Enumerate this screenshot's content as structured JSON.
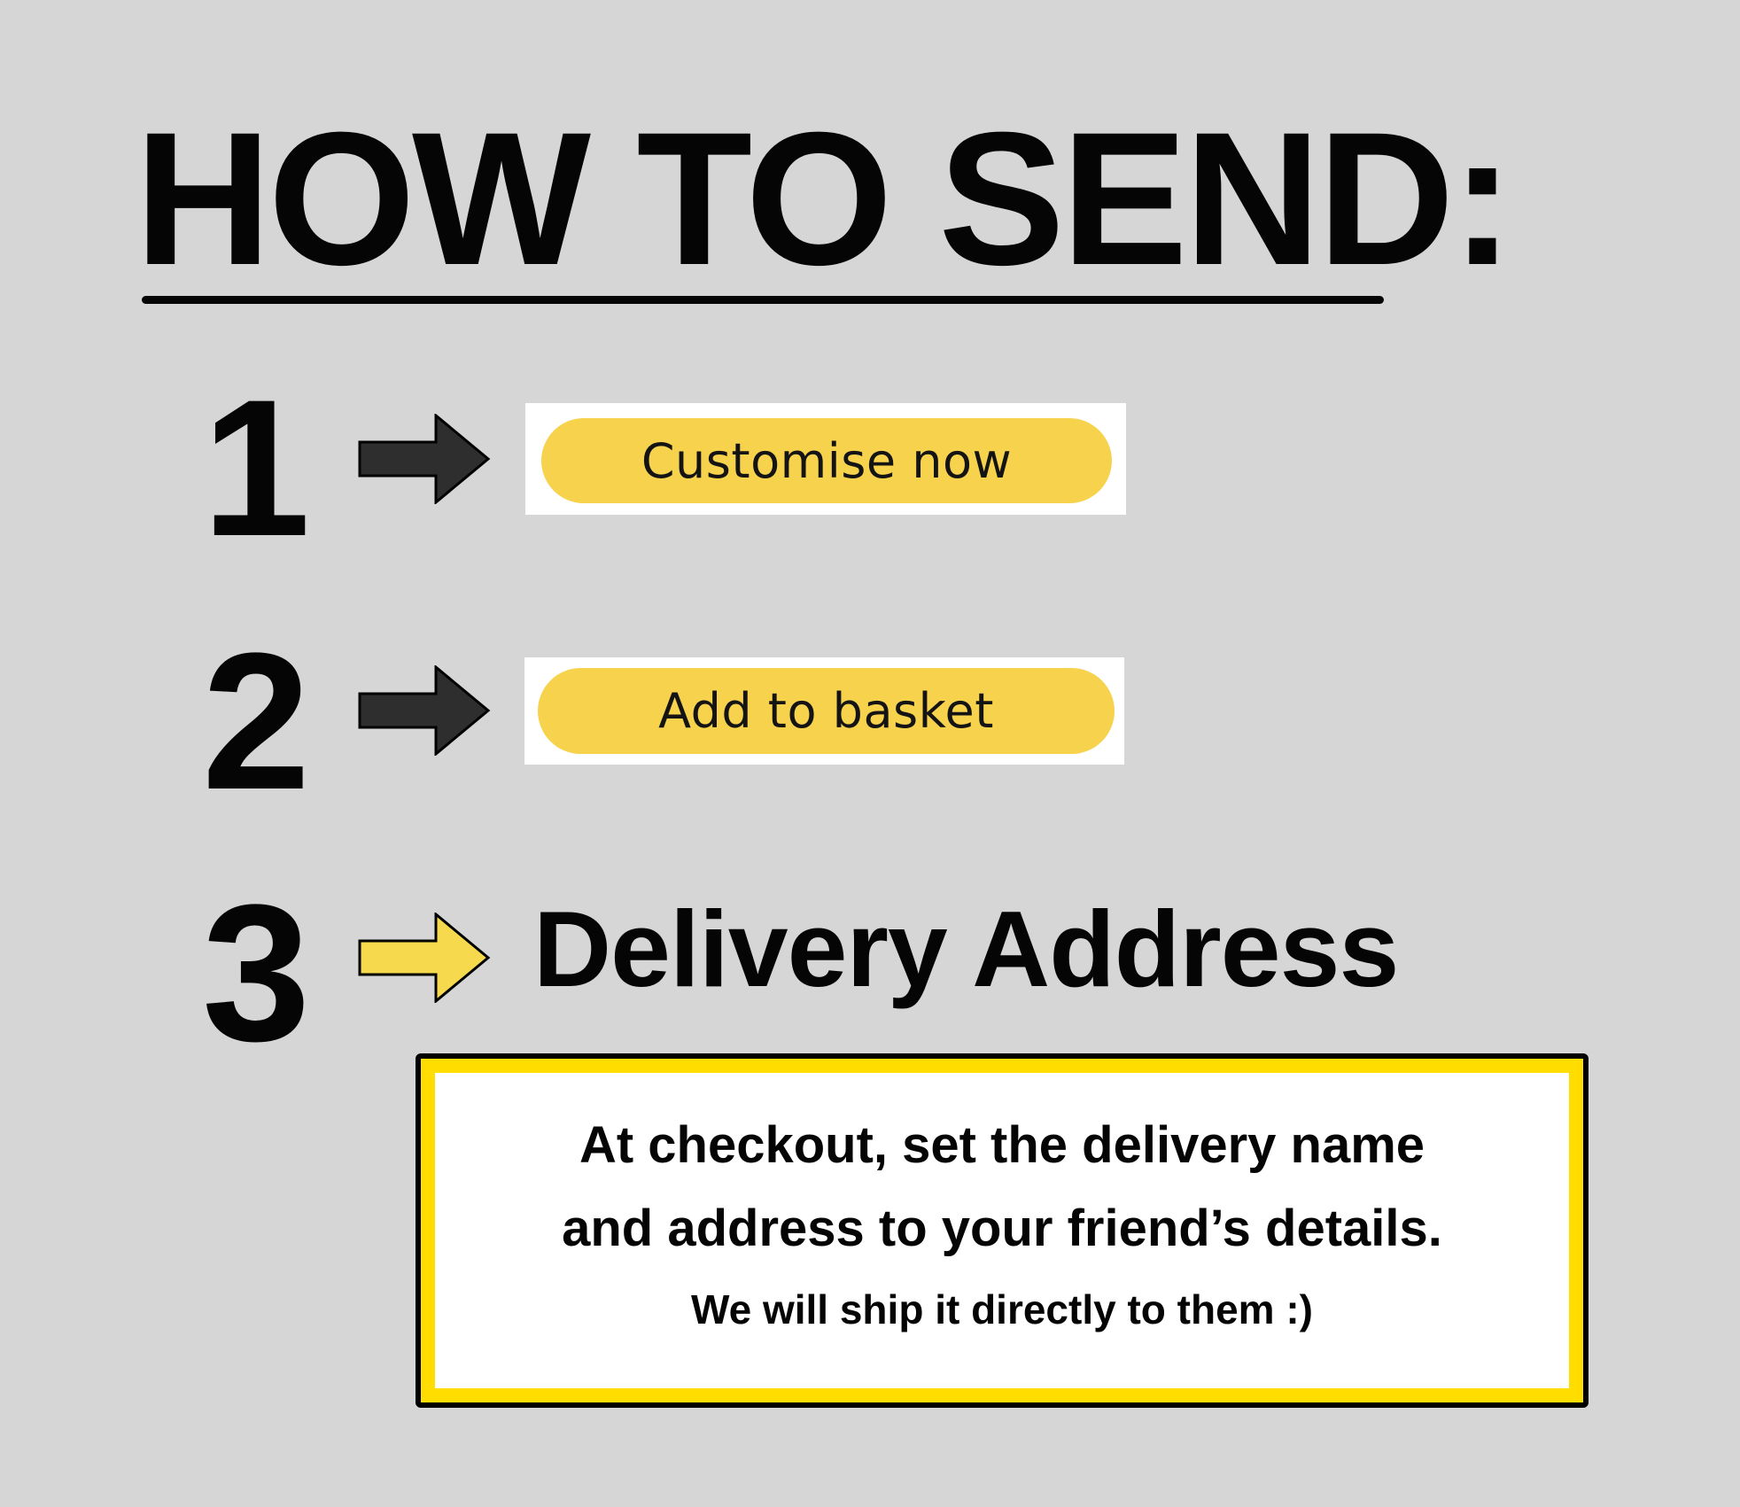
{
  "title": "HOW TO SEND:",
  "steps": [
    {
      "number": "1",
      "arrow_color": "#2e2e2e",
      "button_label": "Customise now",
      "button_color": "#f7d24c"
    },
    {
      "number": "2",
      "arrow_color": "#2e2e2e",
      "button_label": "Add to basket",
      "button_color": "#f7d24c"
    },
    {
      "number": "3",
      "arrow_color": "#f6d94c",
      "label": "Delivery Address"
    }
  ],
  "info_box": {
    "line1": "At checkout, set the delivery name",
    "line2": "and address to your friend’s details.",
    "line3": "We will ship it directly to them :)",
    "border_color": "#ffdd00"
  },
  "icons": {
    "arrow": "right-arrow-icon"
  }
}
